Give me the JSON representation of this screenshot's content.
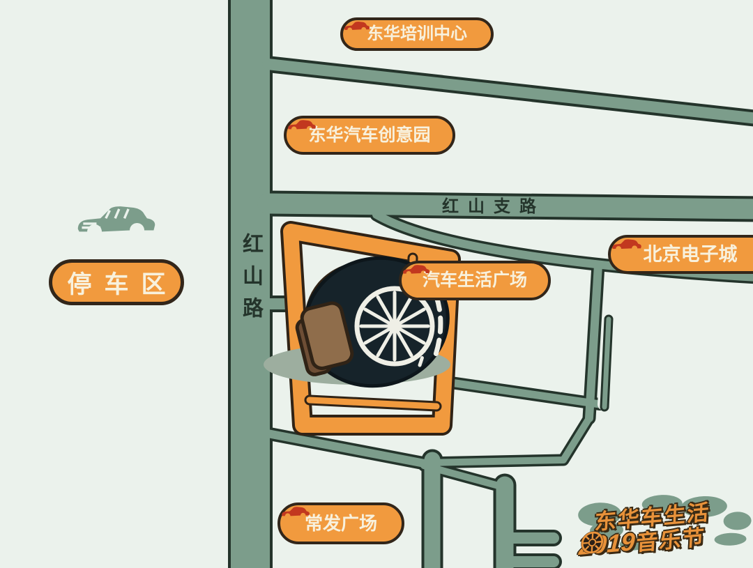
{
  "colors": {
    "background": "#EBF2EC",
    "road_green": "#7C9D8B",
    "road_outline": "#24342B",
    "accent_orange": "#F19A3E",
    "pill_border": "#32261A",
    "pill_text": "#F8F1DD",
    "car_icon_red": "#C2381F",
    "tire_dark": "#16232A",
    "rim_white": "#EFEFE6",
    "shadow_green": "#9DAE9F",
    "logo_orange": "#E8923A"
  },
  "roads": {
    "vertical_road_label": "红山路",
    "branch_road_label": "红山支路"
  },
  "pois": [
    {
      "id": "training-center",
      "name": "东华培训中心"
    },
    {
      "id": "creative-park",
      "name": "东华汽车创意园"
    },
    {
      "id": "auto-life-plaza",
      "name": "汽车生活广场"
    },
    {
      "id": "beijing-electronics",
      "name": "北京电子城"
    },
    {
      "id": "changfa-plaza",
      "name": "常发广场"
    }
  ],
  "parking": {
    "label": "停车区"
  },
  "logo": {
    "line1": "东华车生活",
    "year": "2019",
    "line2": "音乐节"
  }
}
